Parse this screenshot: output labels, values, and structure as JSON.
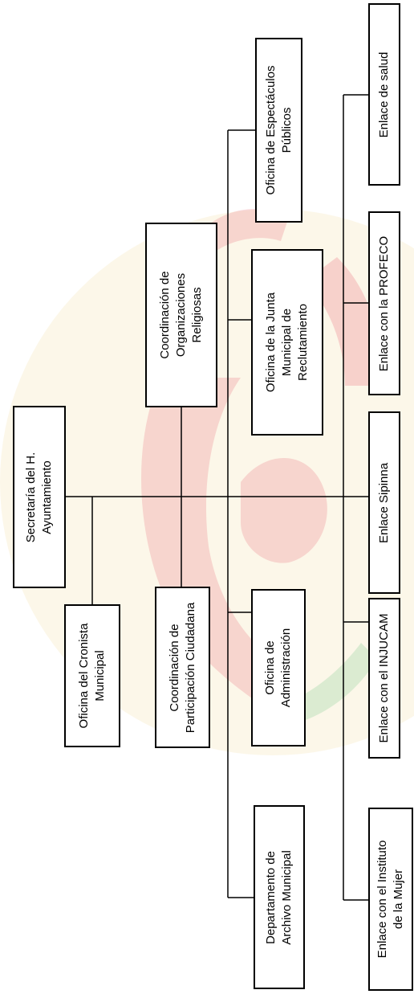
{
  "nodes": {
    "secretaria": [
      "Secretaría del H.",
      "Ayuntamiento"
    ],
    "cronista": [
      "Oficina del Cronista",
      "Municipal"
    ],
    "participacion": [
      "Coordinación de",
      "Participación Ciudadana"
    ],
    "administracion": [
      "Oficina de",
      "Administración"
    ],
    "archivo": [
      "Departamento de",
      "Archivo Municipal"
    ],
    "religiosas": [
      "Coordinación de",
      "Organizaciones",
      "Religiosas"
    ],
    "reclutamiento": [
      "Oficina de la Junta",
      "Municipal de",
      "Reclutamiento"
    ],
    "espectaculos": [
      "Oficina de Espectáculos",
      "Públicos"
    ],
    "mujer": [
      "Enlace con el Instituto",
      "de la Mujer"
    ],
    "injucam": [
      "Enlace con el INJUCAM"
    ],
    "sipinna": [
      "Enlace Sipinna"
    ],
    "profeco": [
      "Enlace con la PROFECO"
    ],
    "salud": [
      "Enlace de salud"
    ]
  },
  "colors": {
    "line": "#000000",
    "watermark_red": "#e63b55",
    "watermark_yellow": "#f3e4a8",
    "watermark_green": "#8fd19a"
  }
}
